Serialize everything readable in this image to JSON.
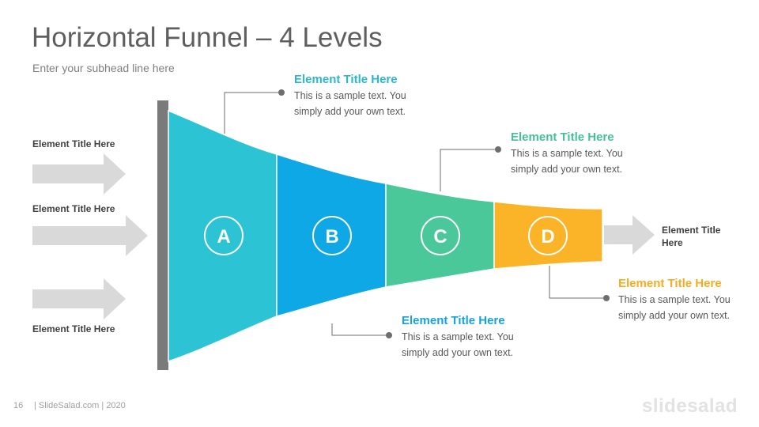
{
  "header": {
    "title": "Horizontal Funnel – 4 Levels",
    "subtitle": "Enter your subhead line here"
  },
  "inputs": [
    {
      "label": "Element Title Here"
    },
    {
      "label": "Element Title Here"
    },
    {
      "label": "Element Title Here"
    }
  ],
  "output": {
    "label_line1": "Element Title",
    "label_line2": "Here"
  },
  "levels": [
    {
      "letter": "A",
      "color": "#2cc4d4"
    },
    {
      "letter": "B",
      "color": "#0ea8e6"
    },
    {
      "letter": "C",
      "color": "#4bc89a"
    },
    {
      "letter": "D",
      "color": "#fbb327"
    }
  ],
  "callouts": [
    {
      "title": "Element Title Here",
      "line1": "This is a sample text. You",
      "line2": "simply add your own text.",
      "color": "#2cb7cc"
    },
    {
      "title": "Element Title Here",
      "line1": "This is a sample text. You",
      "line2": "simply add your own text.",
      "color": "#16a2dc"
    },
    {
      "title": "Element Title Here",
      "line1": "This is a sample text. You",
      "line2": "simply add your own text.",
      "color": "#46c095"
    },
    {
      "title": "Element Title Here",
      "line1": "This is a sample text. You",
      "line2": "simply add your own text.",
      "color": "#f6ac1f"
    }
  ],
  "colors": {
    "wall": "#7a7a7a",
    "arrow": "#d9d9d9",
    "connector": "#6e6e6e",
    "label_text": "#404040",
    "body_text": "#595959"
  },
  "footer": {
    "page_number": "16",
    "text": "| SlideSalad.com | 2020",
    "brand": "slidesalad"
  }
}
